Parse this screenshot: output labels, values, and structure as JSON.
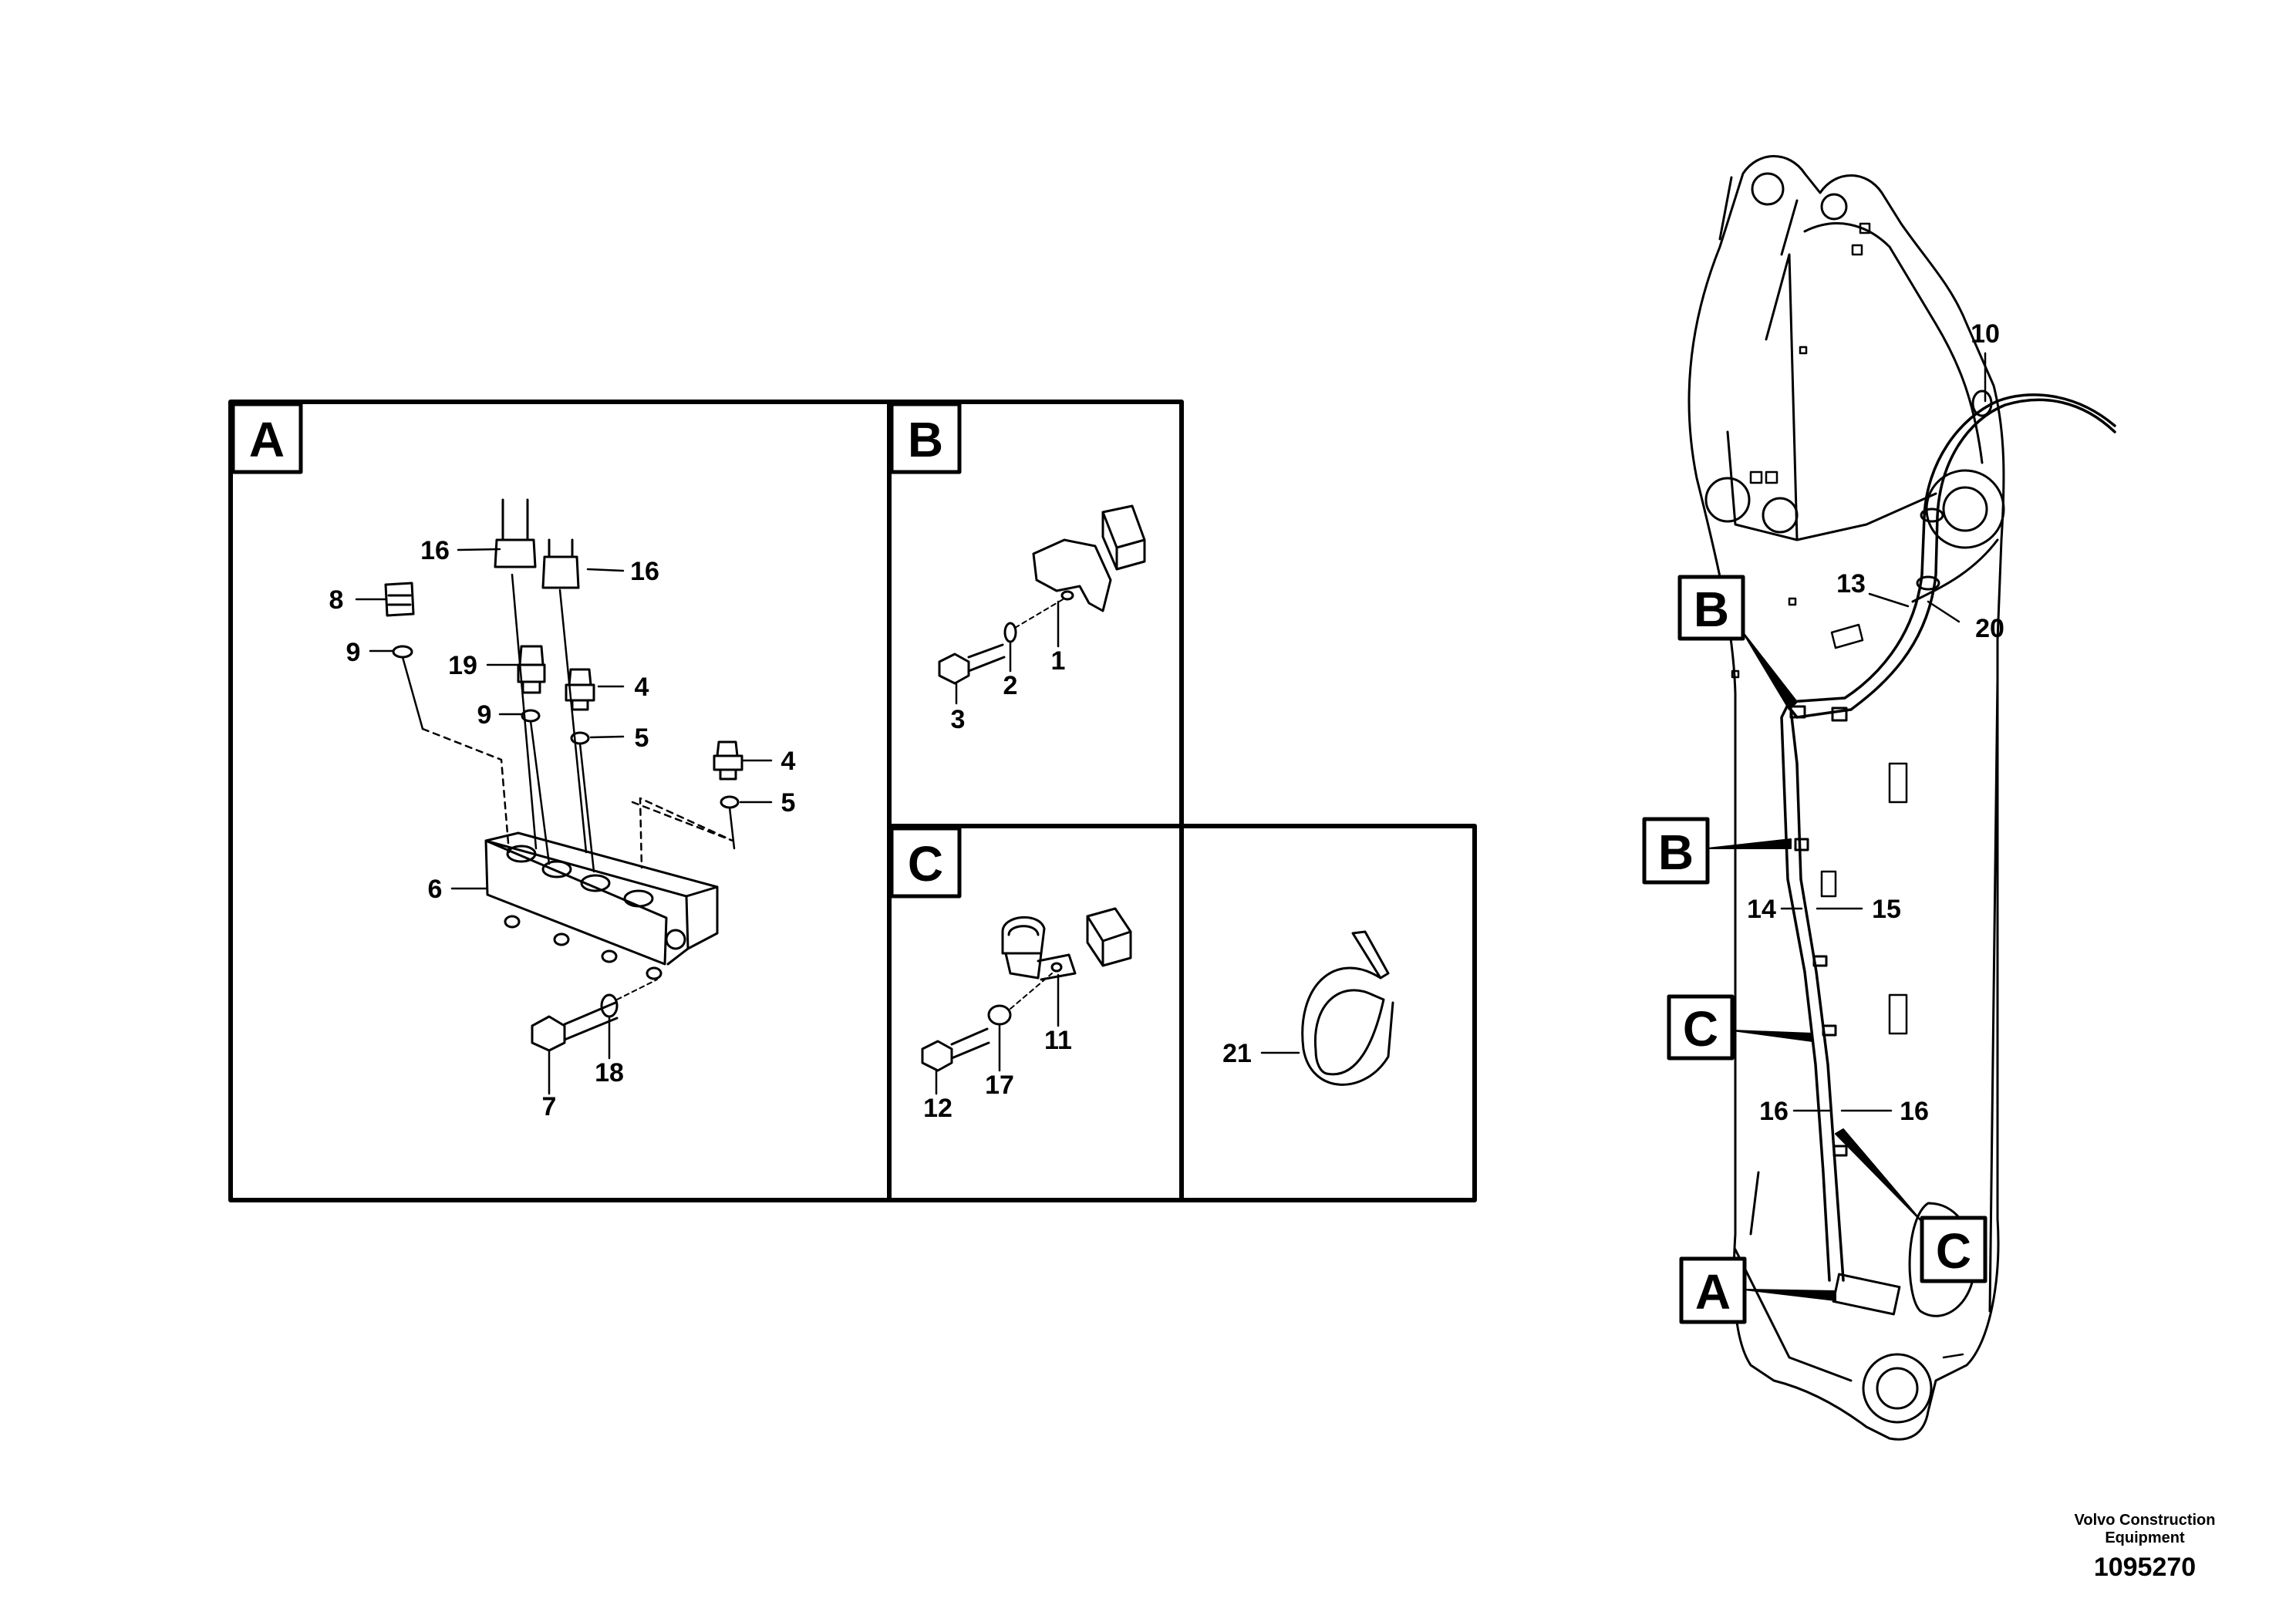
{
  "panels": {
    "a": {
      "label": "A"
    },
    "b": {
      "label": "B"
    },
    "c": {
      "label": "C"
    }
  },
  "callouts": {
    "a_16_left": "16",
    "a_16_right": "16",
    "a_8": "8",
    "a_9_top": "9",
    "a_19": "19",
    "a_4_mid": "4",
    "a_9_mid": "9",
    "a_5_mid": "5",
    "a_4_right": "4",
    "a_5_right": "5",
    "a_6": "6",
    "a_7": "7",
    "a_18": "18",
    "b_1": "1",
    "b_2": "2",
    "b_3": "3",
    "c_11": "11",
    "c_12": "12",
    "c_17": "17",
    "d_21": "21",
    "boom_10": "10",
    "boom_13": "13",
    "boom_20": "20",
    "boom_14": "14",
    "boom_15": "15",
    "boom_16_left": "16",
    "boom_16_right": "16"
  },
  "boom_refs": {
    "b_upper": "B",
    "b_lower": "B",
    "c_left": "C",
    "c_right": "C",
    "a": "A"
  },
  "footer": {
    "company": "Volvo Construction Equipment",
    "drawing_number": "1095270"
  }
}
